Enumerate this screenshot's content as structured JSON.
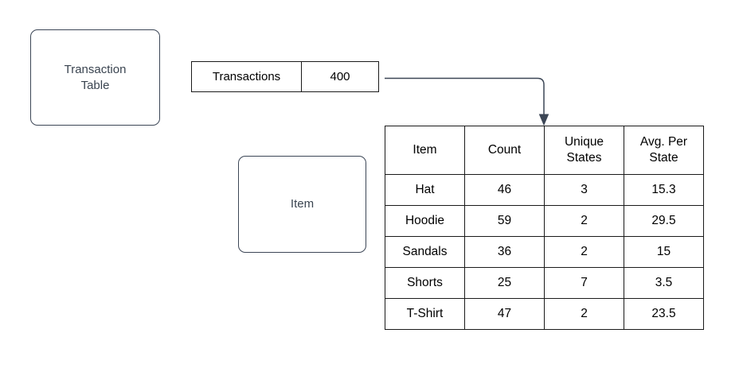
{
  "shapes": {
    "transaction_table_box": {
      "label": "Transaction Table"
    },
    "item_box": {
      "label": "Item"
    }
  },
  "kv_table": {
    "key": "Transactions",
    "value": "400"
  },
  "results_table": {
    "headers": [
      "Item",
      "Count",
      "Unique States",
      "Avg. Per State"
    ],
    "rows": [
      [
        "Hat",
        "46",
        "3",
        "15.3"
      ],
      [
        "Hoodie",
        "59",
        "2",
        "29.5"
      ],
      [
        "Sandals",
        "36",
        "2",
        "15"
      ],
      [
        "Shorts",
        "25",
        "7",
        "3.5"
      ],
      [
        "T-Shirt",
        "47",
        "2",
        "23.5"
      ]
    ]
  },
  "colors": {
    "shape_stroke": "#3c4656",
    "shape_text": "#3a4450",
    "connector": "#3c4656",
    "table_border": "#1a1a1a",
    "table_text": "#000000",
    "background": "#ffffff"
  }
}
